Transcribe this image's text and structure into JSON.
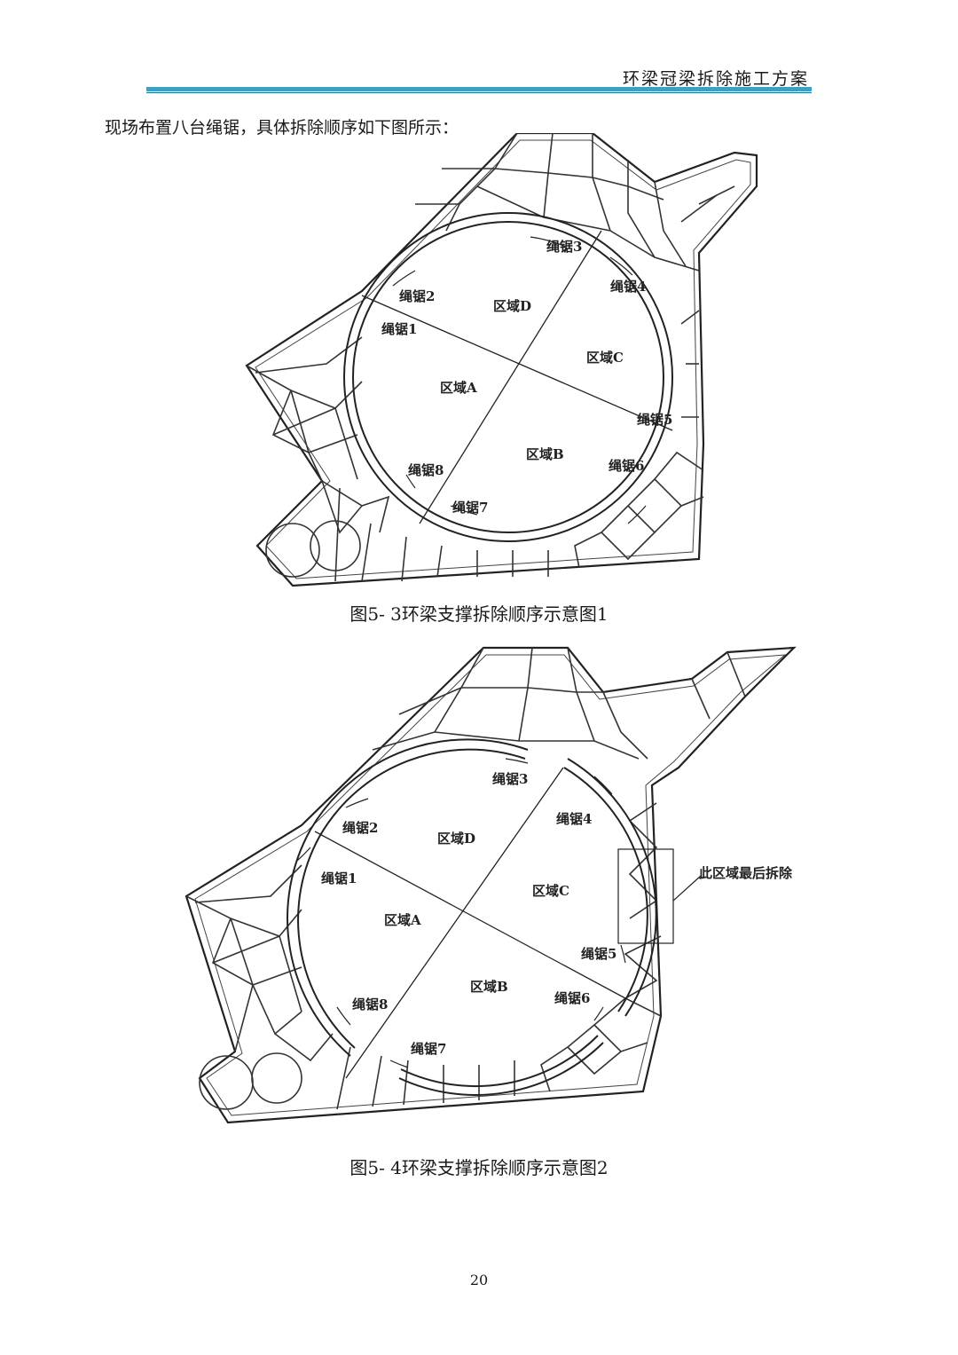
{
  "header": {
    "title": "环梁冠梁拆除施工方案"
  },
  "intro_text": "现场布置八台绳锯，具体拆除顺序如下图所示：",
  "figure1": {
    "caption": "图5- 3环梁支撑拆除顺序示意图1",
    "saws": [
      "绳锯1",
      "绳锯2",
      "绳锯3",
      "绳锯4",
      "绳锯5",
      "绳锯6",
      "绳锯7",
      "绳锯8"
    ],
    "zones": [
      "区域A",
      "区域B",
      "区域C",
      "区域D"
    ]
  },
  "figure2": {
    "caption": "图5- 4环梁支撑拆除顺序示意图2",
    "saws": [
      "绳锯1",
      "绳锯2",
      "绳锯3",
      "绳锯4",
      "绳锯5",
      "绳锯6",
      "绳锯7",
      "绳锯8"
    ],
    "zones": [
      "区域A",
      "区域B",
      "区域C",
      "区域D"
    ],
    "callout": "此区域最后拆除"
  },
  "page_number": "20"
}
